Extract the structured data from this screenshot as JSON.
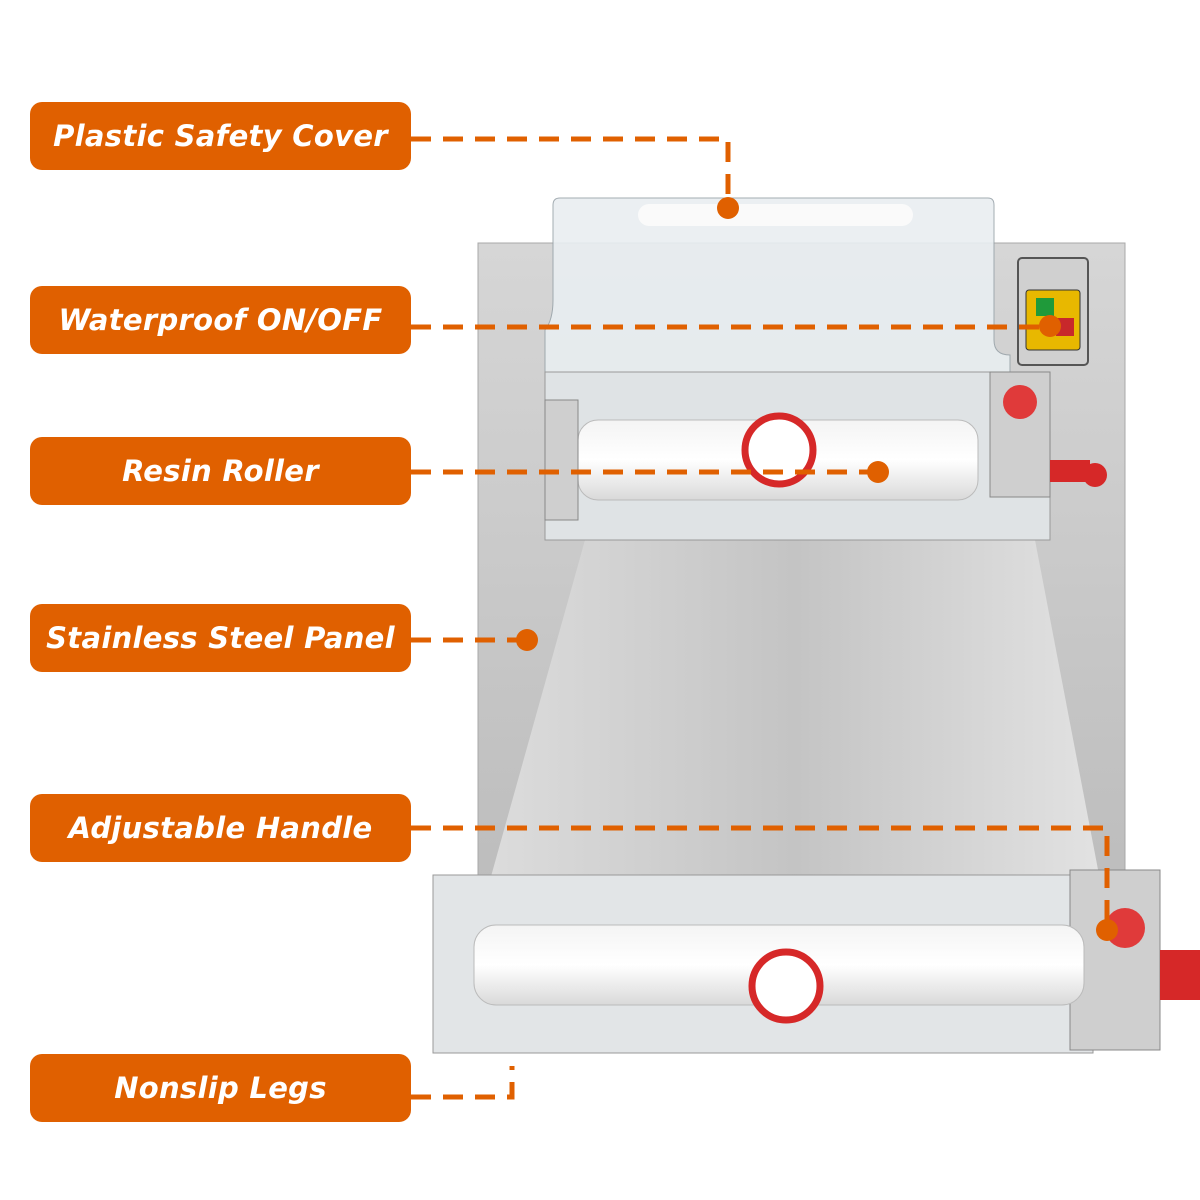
{
  "colors": {
    "accent": "#E06000",
    "steel": "#c9c9c9",
    "stop_red": "#d8222b"
  },
  "callouts": [
    {
      "label": "Plastic Safety Cover"
    },
    {
      "label": "Waterproof ON/OFF"
    },
    {
      "label": "Resin Roller"
    },
    {
      "label": "Stainless Steel Panel"
    },
    {
      "label": "Adjustable Handle"
    },
    {
      "label": "Nonslip Legs"
    }
  ]
}
